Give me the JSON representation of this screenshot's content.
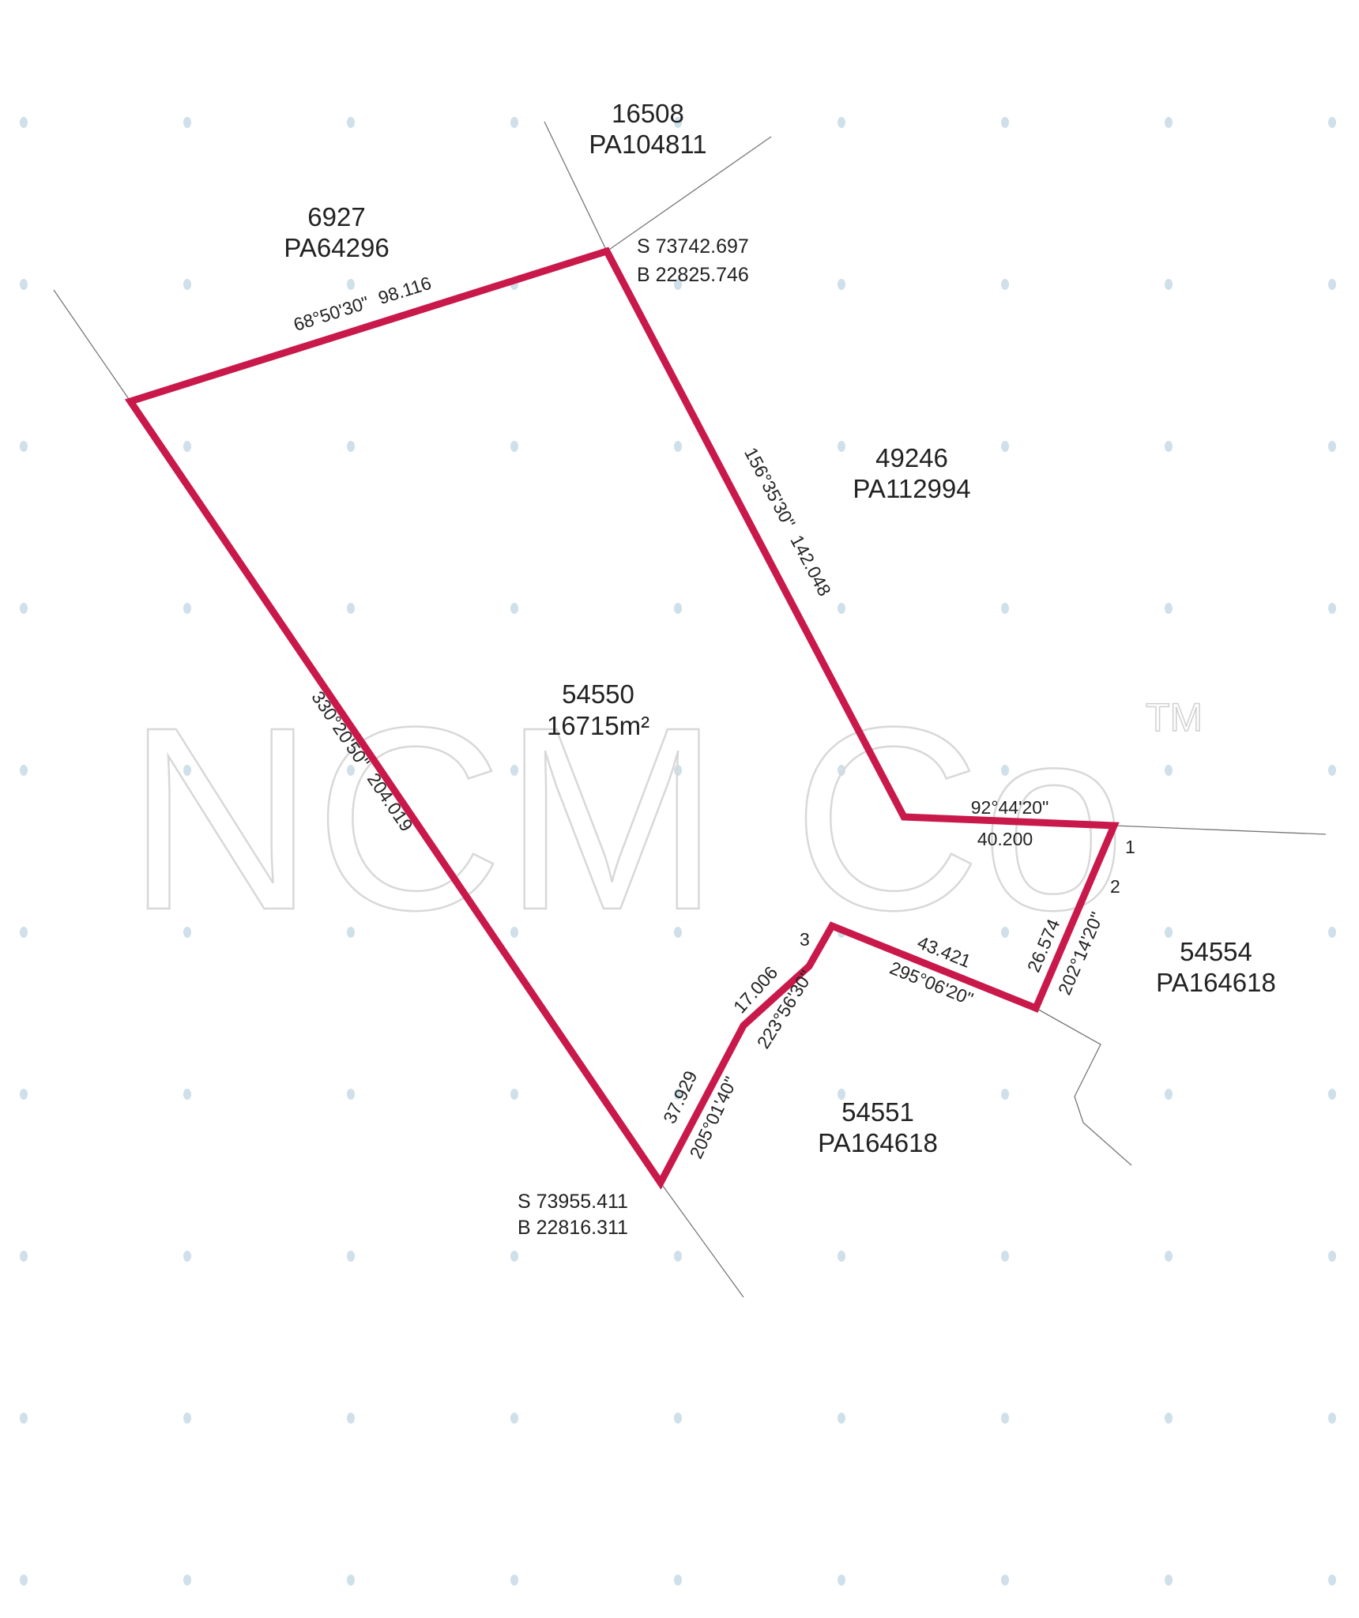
{
  "watermark": {
    "text": "NCM Co",
    "tm": "TM"
  },
  "colors": {
    "boundary": "#c8194a",
    "adjacent_line": "#777777",
    "text": "#222222"
  },
  "subject_parcel": {
    "lot": "54550",
    "area": "16715m²"
  },
  "adjacent_parcels": [
    {
      "lot": "16508",
      "plan": "PA104811"
    },
    {
      "lot": "6927",
      "plan": "PA64296"
    },
    {
      "lot": "49246",
      "plan": "PA112994"
    },
    {
      "lot": "54554",
      "plan": "PA164618"
    },
    {
      "lot": "54551",
      "plan": "PA164618"
    }
  ],
  "coordinates": [
    {
      "s": "S 73742.697",
      "b": "B 22825.746"
    },
    {
      "s": "S 73955.411",
      "b": "B 22816.311"
    }
  ],
  "edges": [
    {
      "bearing": "68°50'30\"",
      "distance": "98.116"
    },
    {
      "bearing": "156°35'30\"",
      "distance": "142.048"
    },
    {
      "bearing": "92°44'20\"",
      "distance": "40.200"
    },
    {
      "bearing": "202°14'20\"",
      "distance": "26.574"
    },
    {
      "bearing": "295°06'20\"",
      "distance": "43.421"
    },
    {
      "bearing": "223°56'30\"",
      "distance": "17.006"
    },
    {
      "bearing": "205°01'40\"",
      "distance": "37.929"
    },
    {
      "bearing": "330°20'50\"",
      "distance": "204.019"
    }
  ],
  "point_labels": [
    "1",
    "2",
    "3"
  ]
}
